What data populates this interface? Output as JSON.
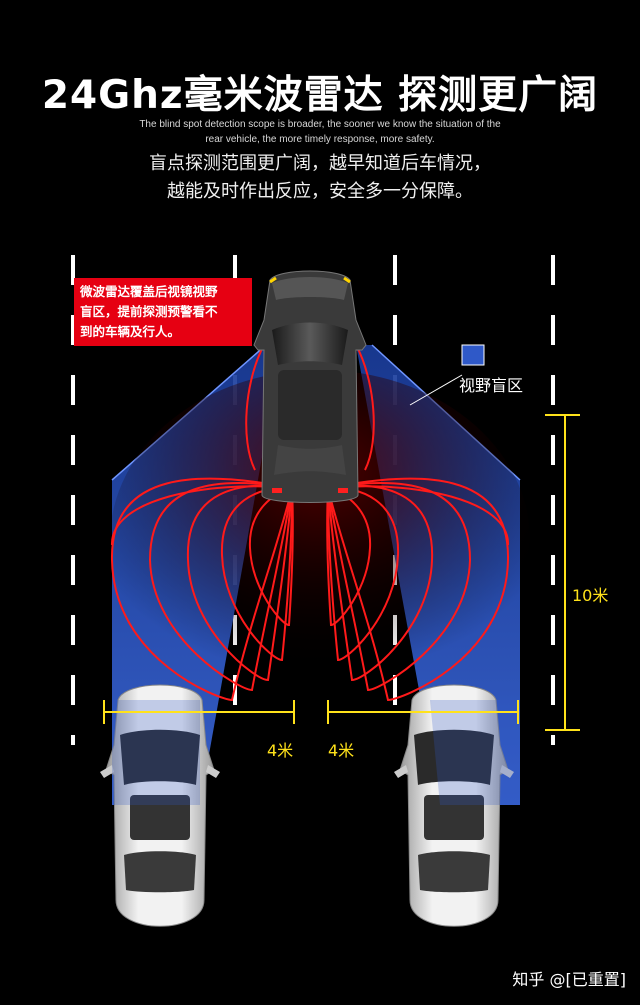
{
  "header": {
    "title": "24Ghz毫米波雷达 探测更广阔",
    "subtitle_en_line1": "The blind spot detection scope is broader, the sooner we know the situation of the",
    "subtitle_en_line2": "rear vehicle, the more timely response, more safety.",
    "subtitle_cn_line1": "盲点探测范围更广阔，越早知道后车情况，",
    "subtitle_cn_line2": "越能及时作出反应，安全多一分保障。"
  },
  "callout": {
    "line1": "微波雷达覆盖后视镜视野",
    "line2": "盲区，提前探测预警看不",
    "line3": "到的车辆及行人。"
  },
  "legend": {
    "zone_label": "视野盲区"
  },
  "dimensions": {
    "length": "10米",
    "left_width": "4米",
    "right_width": "4米"
  },
  "watermark": "知乎 @[已重置]",
  "colors": {
    "zone_blue": "#2f59c8",
    "radar_red": "#ff1a1a",
    "callout_red": "#e60012",
    "dimension_yellow": "#ffe21a"
  },
  "icons": [
    "top-car-icon",
    "rear-left-car-icon",
    "rear-right-car-icon",
    "legend-square-icon"
  ]
}
